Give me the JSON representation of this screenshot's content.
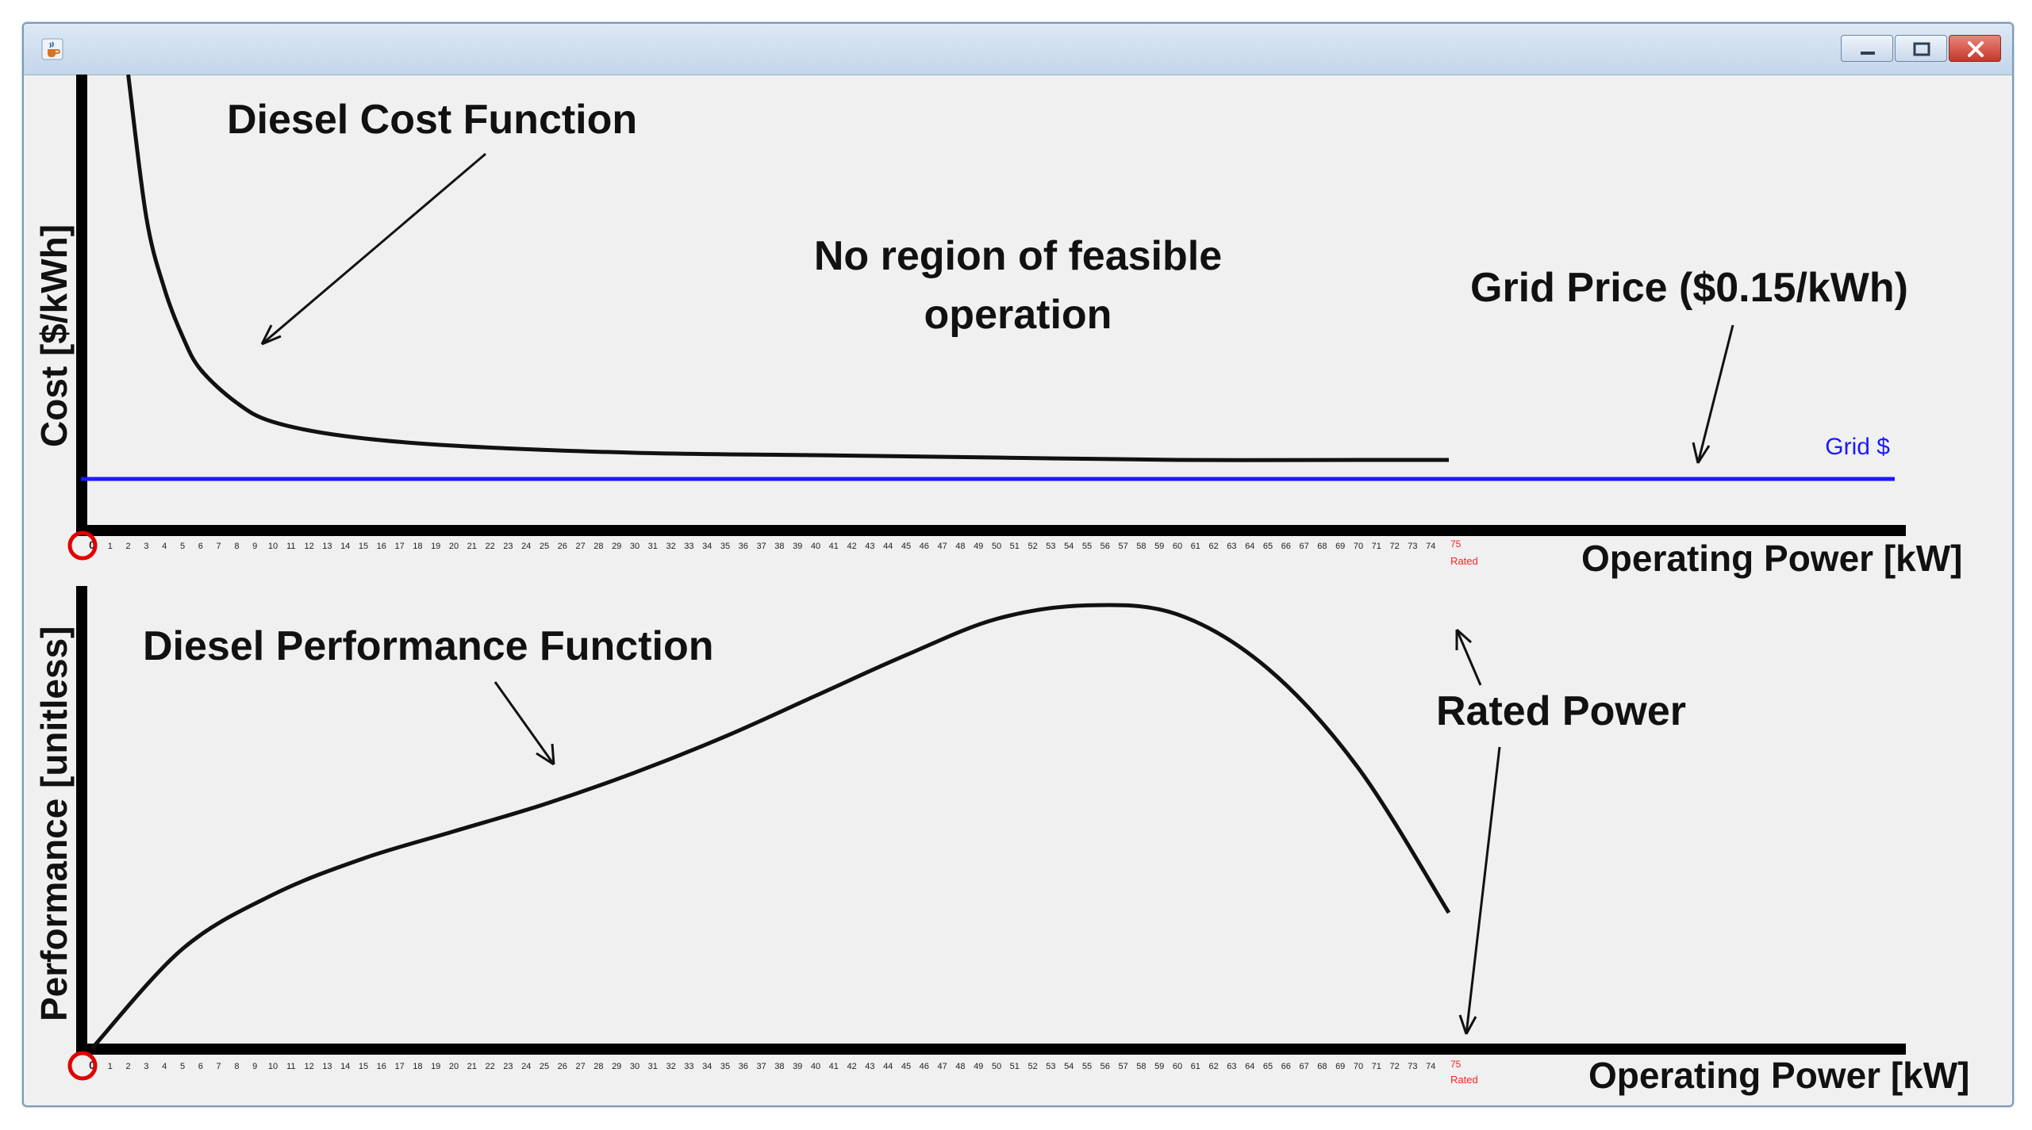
{
  "window": {
    "minimize_icon": "minimize-icon",
    "maximize_icon": "maximize-icon",
    "close_icon": "close-icon",
    "app_icon": "java-cup-icon"
  },
  "annotations": {
    "cost_function": "Diesel Cost Function",
    "no_region_line1": "No region of feasible",
    "no_region_line2": "operation",
    "grid_price": "Grid Price ($0.15/kWh)",
    "performance_function": "Diesel Performance Function",
    "rated_power": "Rated Power"
  },
  "axes": {
    "top_ylabel": "Cost [$/kWh]",
    "bottom_ylabel": "Performance [unitless]",
    "top_xlabel": "Operating Power [kW]",
    "bottom_xlabel": "Operating Power [kW]",
    "rated_tick_label": "Rated",
    "rated_value": "75",
    "tick_min": 0,
    "tick_max": 74
  },
  "grid_line_label": "Grid $",
  "colors": {
    "grid_line": "#1a1aff",
    "rated": "#ff2020",
    "curve": "#111111",
    "origin_marker": "#e00000"
  },
  "chart_data": [
    {
      "type": "line",
      "series": [
        {
          "name": "Diesel Cost Function",
          "x": [
            2,
            3,
            4,
            5,
            6,
            8,
            10,
            14,
            20,
            30,
            40,
            50,
            60,
            70,
            75
          ],
          "y": [
            1.0,
            0.7,
            0.55,
            0.45,
            0.38,
            0.31,
            0.27,
            0.24,
            0.22,
            0.205,
            0.2,
            0.195,
            0.19,
            0.19,
            0.19
          ]
        },
        {
          "name": "Grid $",
          "x": [
            0,
            100
          ],
          "y": [
            0.15,
            0.15
          ]
        }
      ],
      "xlabel": "Operating Power [kW]",
      "ylabel": "Cost [$/kWh]"
    },
    {
      "type": "line",
      "series": [
        {
          "name": "Diesel Performance Function",
          "x": [
            0,
            5,
            10,
            15,
            20,
            25,
            30,
            35,
            40,
            45,
            50,
            55,
            60,
            65,
            70,
            75
          ],
          "y": [
            0.0,
            0.22,
            0.34,
            0.42,
            0.48,
            0.54,
            0.61,
            0.69,
            0.78,
            0.87,
            0.95,
            0.98,
            0.96,
            0.84,
            0.62,
            0.3
          ]
        }
      ],
      "xlabel": "Operating Power [kW]",
      "ylabel": "Performance [unitless]"
    }
  ]
}
